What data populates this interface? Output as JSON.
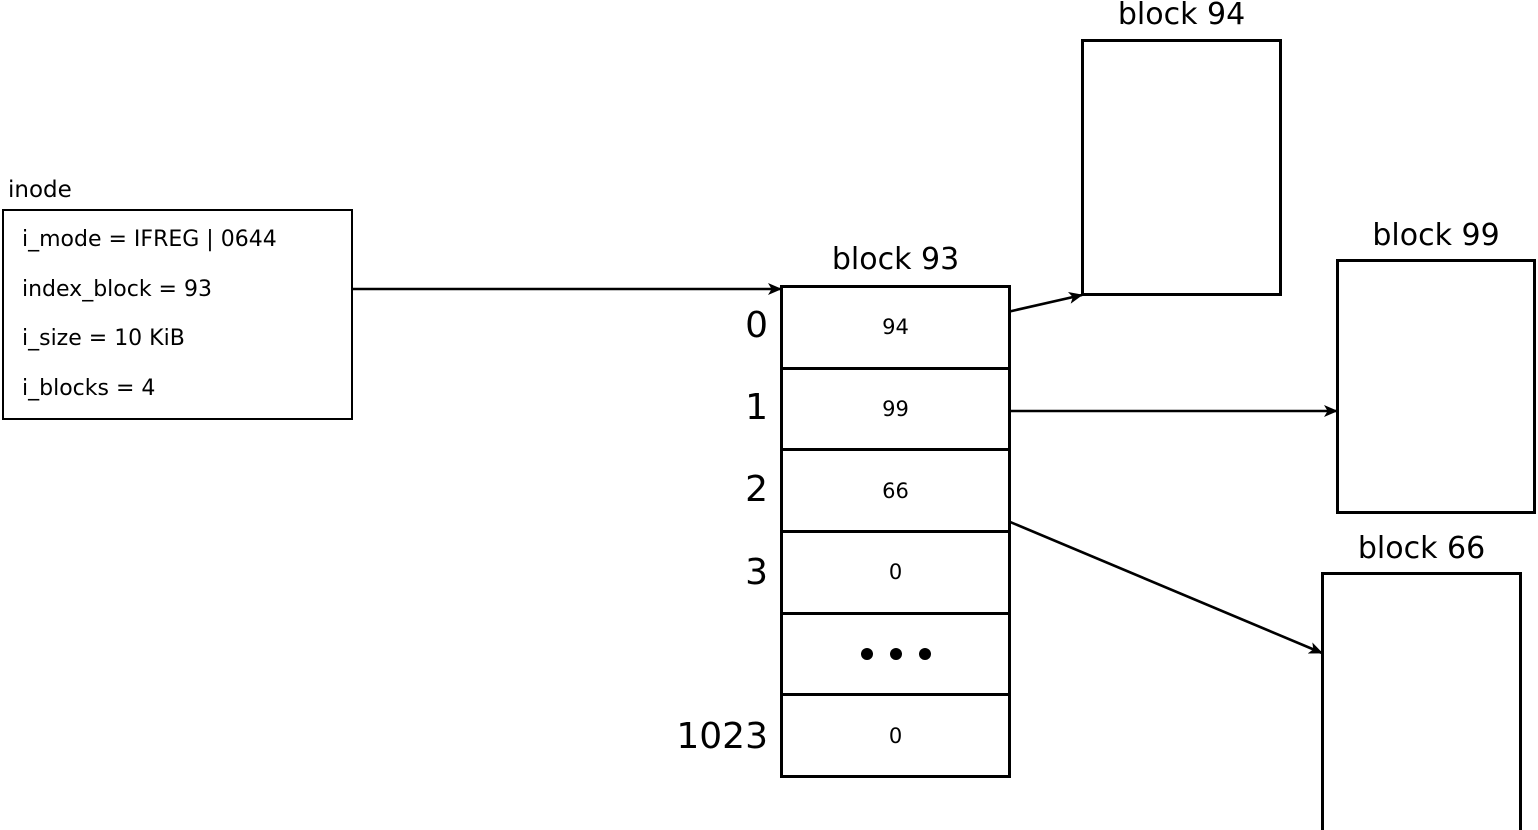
{
  "diagram": {
    "title": "inode index block diagram",
    "stroke_color": "#000000",
    "background_color": "#ffffff"
  },
  "inode": {
    "caption": "inode",
    "fields": [
      "i_mode = IFREG | 0644",
      "index_block = 93",
      "i_size = 10 KiB",
      "i_blocks = 4"
    ]
  },
  "index_block": {
    "title": "block 93",
    "entries": [
      {
        "index": "0",
        "value": "94"
      },
      {
        "index": "1",
        "value": "99"
      },
      {
        "index": "2",
        "value": "66"
      },
      {
        "index": "3",
        "value": "0"
      },
      {
        "index": "",
        "value": "• • •"
      },
      {
        "index": "1023",
        "value": "0"
      }
    ]
  },
  "data_blocks": [
    {
      "title": "block 94"
    },
    {
      "title": "block 99"
    },
    {
      "title": "block 66"
    }
  ],
  "arrows": [
    {
      "name": "inode-to-block93",
      "from": "index_block = 93",
      "to": "block 93"
    },
    {
      "name": "entry0-to-block94",
      "from": "94",
      "to": "block 94"
    },
    {
      "name": "entry1-to-block99",
      "from": "99",
      "to": "block 99"
    },
    {
      "name": "entry2-to-block66",
      "from": "66",
      "to": "block 66"
    }
  ]
}
